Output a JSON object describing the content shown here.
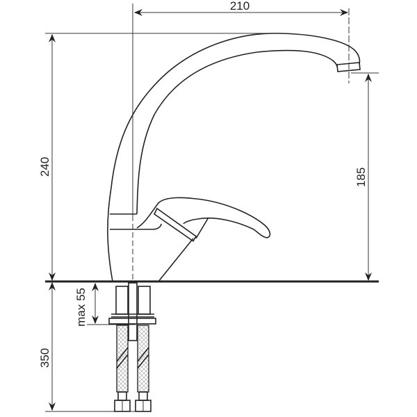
{
  "dimensions": {
    "spout_reach": "210",
    "total_height": "240",
    "spout_outlet_height": "185",
    "hose_length": "350",
    "max_countertop_thickness": "max 55"
  },
  "colors": {
    "line": "#222222",
    "dimension_line": "#999999",
    "background": "#ffffff"
  }
}
